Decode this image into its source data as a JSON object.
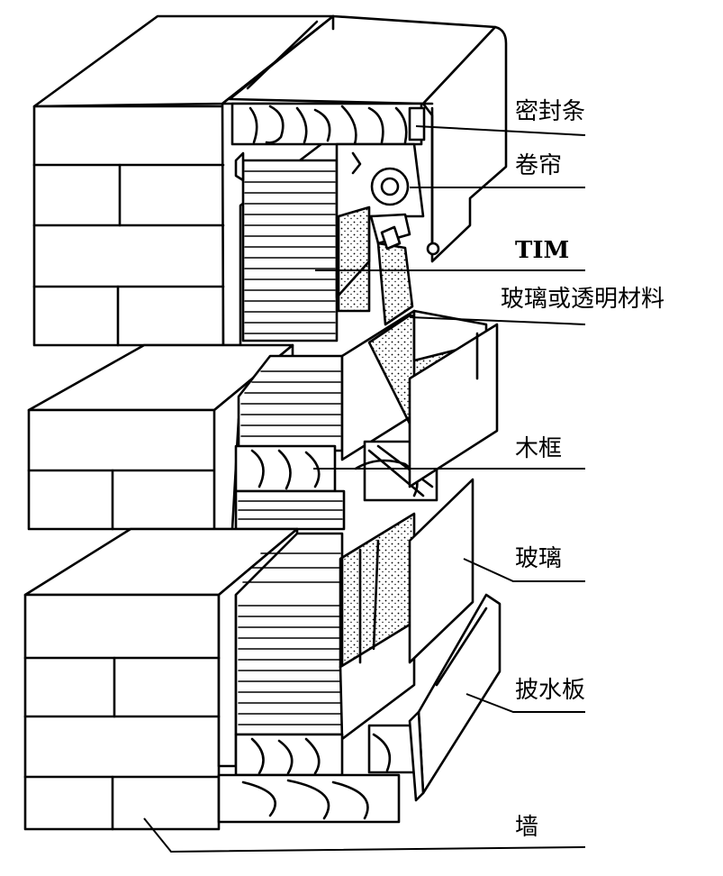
{
  "labels": {
    "seal_strip": "密封条",
    "roller_blind": "卷帘",
    "tim": "TIM",
    "glass_or_transparent": "玻璃或透明材料",
    "wood_frame": "木框",
    "glass": "玻璃",
    "flashing_board": "披水板",
    "wall": "墙"
  },
  "colors": {
    "line": "#000000",
    "fill": "#ffffff",
    "stipple": "#000000"
  }
}
